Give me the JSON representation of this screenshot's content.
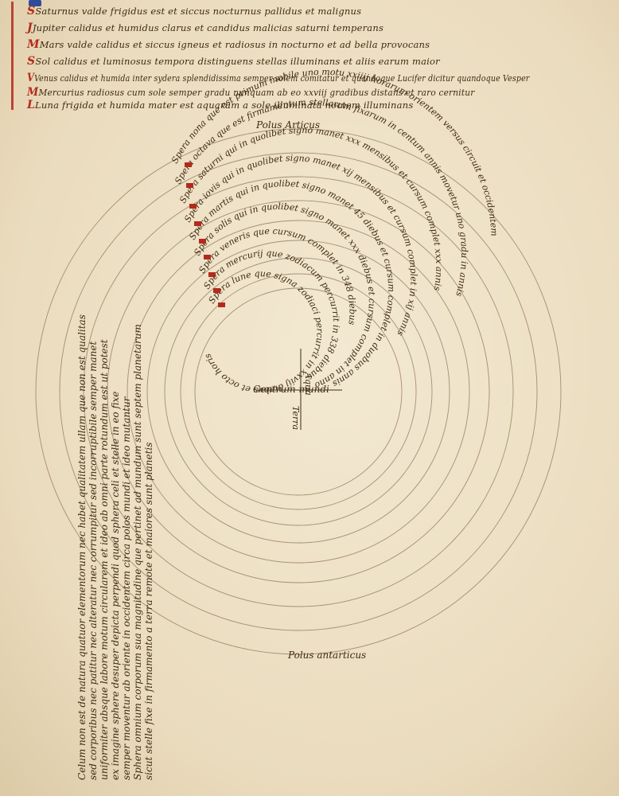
{
  "header": {
    "lines": [
      "Saturnus valde frigidus est et siccus nocturnus pallidus et malignus",
      "Jupiter calidus et humidus clarus et candidus malicias saturni temperans",
      "Mars valde calidus et siccus igneus et radiosus in nocturno et ad bella provocans",
      "Sol calidus et luminosus tempora distinguens stellas illuminans et aliis earum maior",
      "Venus calidus et humida inter sydera splendidissima semper solem comitatur et quandoque Lucifer dicitur quandoque Vesper",
      "Mercurius radiosus cum sole semper gradu nunquam ab eo xxviij gradibus distans et raro cernitur",
      "Luna frigida et humida mater est aquarum a sole illuminata noctem illuminans"
    ]
  },
  "diagram": {
    "pole_top": "Polus Articus",
    "pole_bottom": "Polus antarticus",
    "center_label": "Centrum mundi",
    "center_vertical": [
      "Aqua",
      "Terra"
    ],
    "spheres": [
      "Spera nona que est primum mobile uno motu xxiiij horarum orientem versus circuit et occidentem",
      "Spera octava que est firmamentum stellarum fixarum in centum annis movetur uno gradu in annis",
      "Spera saturni qui in quolibet signo manet xxx mensibus et cursum complet xxx annis",
      "Spera iovis qui in quolibet signo manet xij mensibus et cursum complet in xij annis",
      "Spera martis qui in quolibet signo manet 45 diebus et cursum complet in duobus annis",
      "Spera solis qui in quolibet signo manet xxx diebus et cursum complet in anno",
      "Spera veneris que cursum complet in 348 diebus",
      "Spera mercurij que zodiacum percurrit in 338 diebus",
      "Spera lune que signa zodiaci percurrit in xxviij diebus et octo horis"
    ]
  },
  "vertical_text": {
    "lines": [
      "Celum non est de natura quatuor elementorum nec habet qualitatem ullam que non est qualitas",
      "sed corporibus nec patitur nec alteratur nec corrumpitur sed incorruptibile semper manet",
      "uniformiter absque labore motum circularem et ideo ab omni parte rotundum est ut potest",
      "ex imagine sphere desuper depicta perpendi quod sphera celi et stelle in eo fixe",
      "semper moventur ab oriente in occidentem circa polos mundi et ideo mutantur",
      "Sphera omnium corporum sua magnitudine que pertinet ad mundum sunt septem planetarum",
      "sicut stelle fixe in firmamento a terra remote et maiores sunt planetis"
    ]
  },
  "colors": {
    "parchment": "#eee2c8",
    "ink": "#3e2a12",
    "rubric_red": "#b32a1c",
    "blue_initial": "#2f4c9a"
  }
}
